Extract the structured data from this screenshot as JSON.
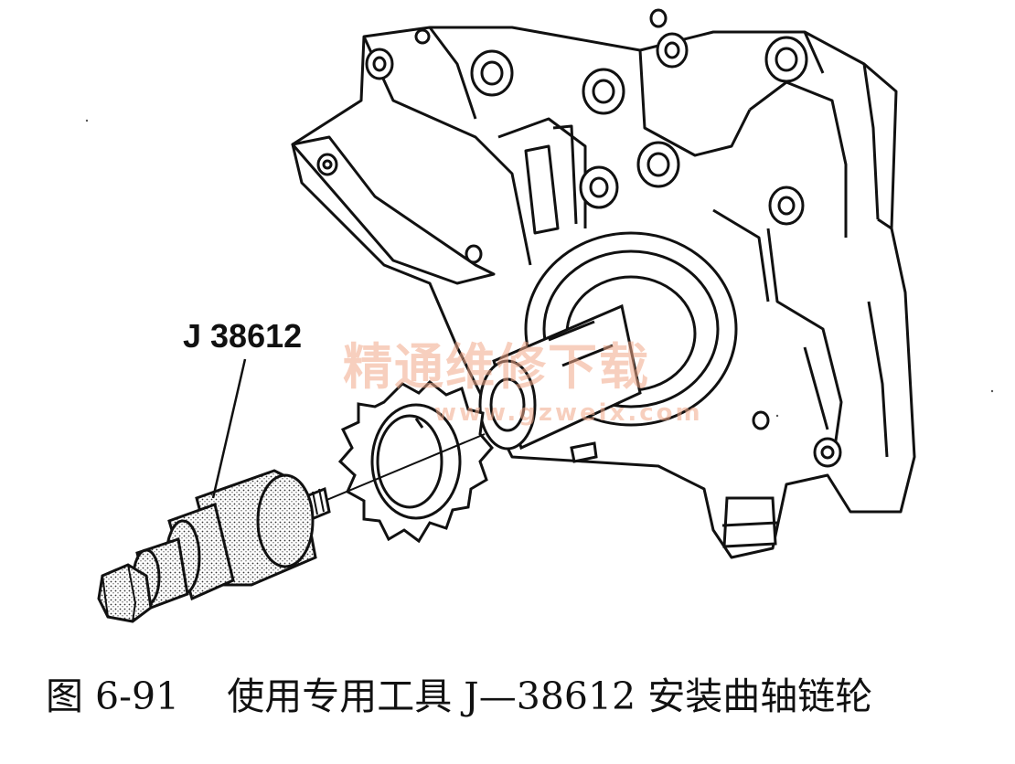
{
  "figure": {
    "callout_label": "J 38612",
    "watermark_cn": "精通维修下载",
    "watermark_url": "www.gzweix.com",
    "colors": {
      "ink": "#111111",
      "watermark": "#f2a98a",
      "background": "#ffffff"
    }
  },
  "caption": {
    "text": "图 6-91    使用专用工具 J—38612 安装曲轴链轮"
  }
}
